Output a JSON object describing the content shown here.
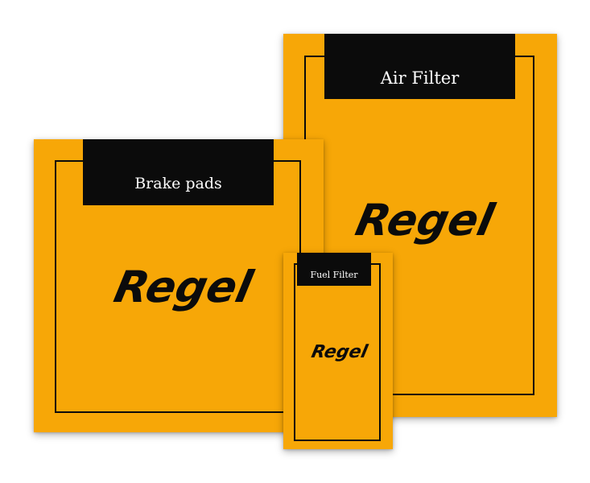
{
  "products": [
    {
      "id": "air",
      "label": "Air Filter",
      "brand": "Regel"
    },
    {
      "id": "brake",
      "label": "Brake pads",
      "brand": "Regel"
    },
    {
      "id": "fuel",
      "label": "Fuel Filter",
      "brand": "Regel"
    }
  ],
  "colors": {
    "box": "#f7a707",
    "band": "#0b0b0b",
    "label_text": "#ffffff",
    "logo": "#0b0b0b"
  }
}
